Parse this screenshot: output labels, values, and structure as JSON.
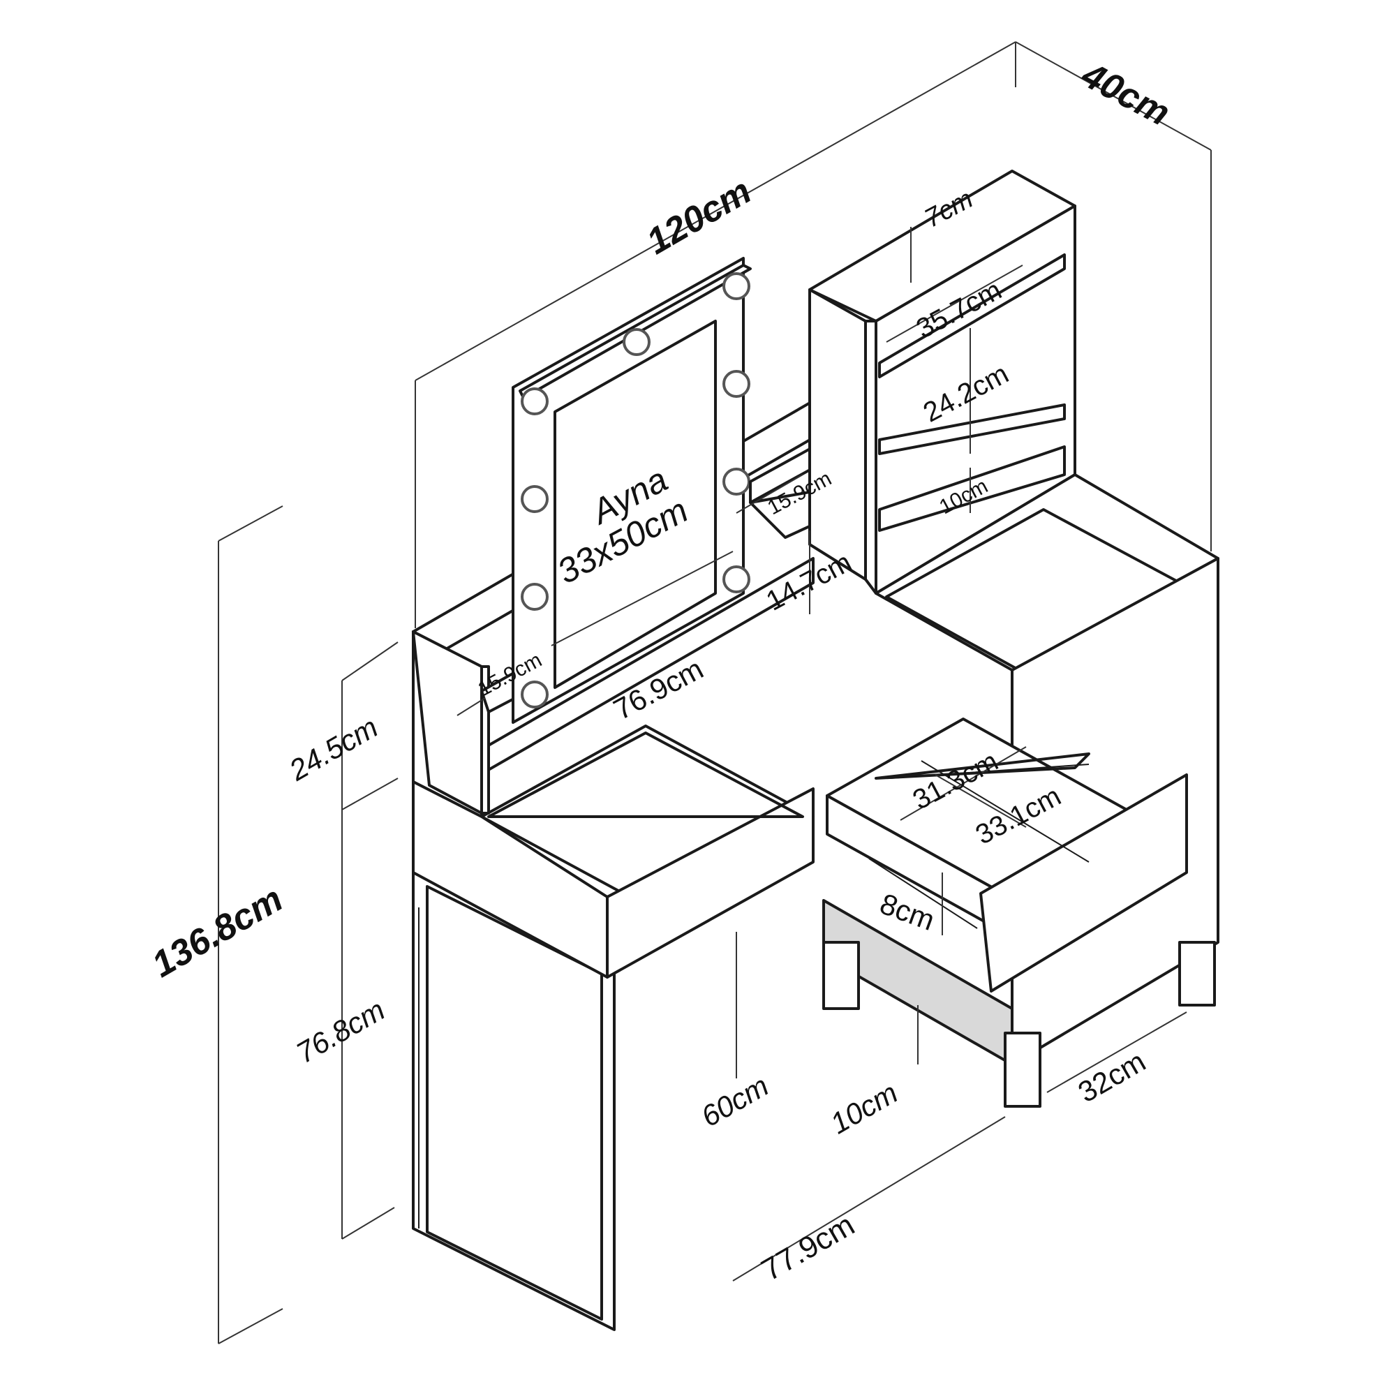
{
  "diagram": {
    "mirror_label": "Ayna",
    "mirror_size": "33x50cm",
    "dimensions": {
      "width_total": "120cm",
      "depth_total": "40cm",
      "height_total": "136.8cm",
      "shelf_gap_top": "7cm",
      "shelf_width": "35.7cm",
      "shelf_gap_mid": "24.2cm",
      "shelf_gap_bottom": "10cm",
      "small_shelf_right": "15.9cm",
      "small_shelf_left": "15.9cm",
      "small_shelf_gap": "14.7cm",
      "mirror_base_width": "76.9cm",
      "top_unit_height": "24.5cm",
      "table_height": "76.8cm",
      "leg_clearance_height": "60cm",
      "drawer_inner_width": "31.3cm",
      "drawer_inner_depth": "33.1cm",
      "drawer_height": "8cm",
      "cabinet_leg_height": "10cm",
      "front_width": "77.9cm",
      "cabinet_depth": "32cm"
    }
  }
}
